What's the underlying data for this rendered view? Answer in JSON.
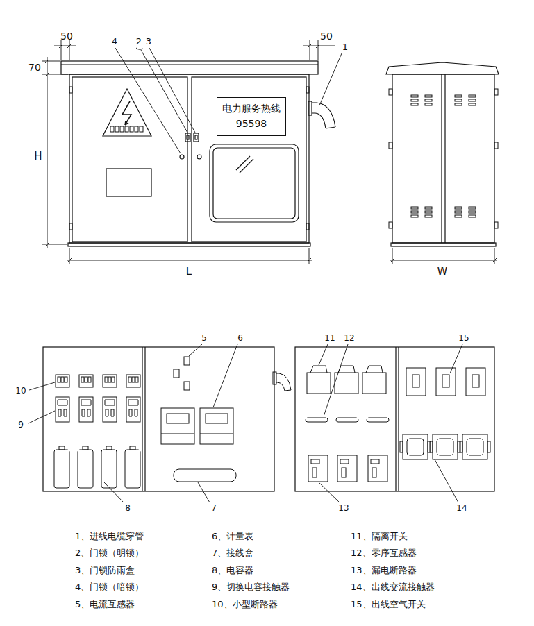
{
  "diagram": {
    "nodes": [
      {
        "text": [
          "电力服务热线 95598"
        ]
      }
    ],
    "labels": [
      "50",
      "4",
      "2",
      "3",
      "50",
      "1",
      "70",
      "H",
      "L",
      "W",
      "5",
      "6",
      "11",
      "12",
      "15",
      "10",
      "9",
      "8",
      "7",
      "13",
      "14",
      "1、进线电缆穿管",
      "6、计量表",
      "11、隔离开关",
      "2、门锁（明锁）",
      "7、接线盒",
      "12、零序互感器",
      "3、门锁防雨盒",
      "8、电容器",
      "13、漏电断路器",
      "4、门锁（暗锁）",
      "9、切换电容接触器",
      "14、出线交流接触器",
      "5、电流互感器",
      "10、小型断路器",
      "15、出线空气开关"
    ]
  }
}
